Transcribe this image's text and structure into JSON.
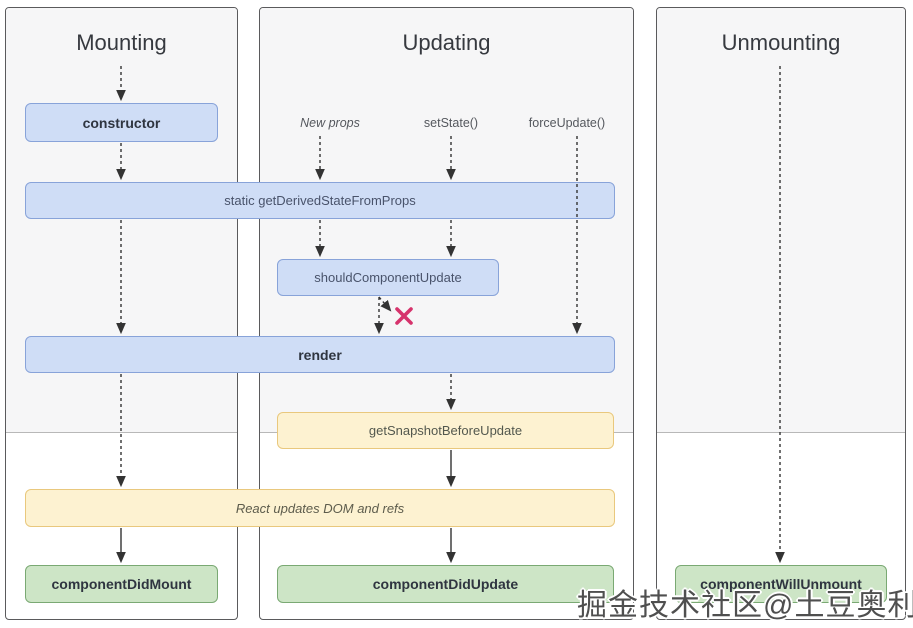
{
  "columns": [
    {
      "id": "mounting",
      "title": "Mounting"
    },
    {
      "id": "updating",
      "title": "Updating"
    },
    {
      "id": "unmounting",
      "title": "Unmounting"
    }
  ],
  "triggers": {
    "new_props": "New props",
    "set_state": "setState()",
    "force_update": "forceUpdate()"
  },
  "boxes": {
    "constructor": "constructor",
    "get_derived_state_from_props": "static getDerivedStateFromProps",
    "should_component_update": "shouldComponentUpdate",
    "render": "render",
    "get_snapshot_before_update": "getSnapshotBeforeUpdate",
    "react_updates_dom": "React updates DOM and refs",
    "component_did_mount": "componentDidMount",
    "component_did_update": "componentDidUpdate",
    "component_will_unmount": "componentWillUnmount"
  },
  "watermark": {
    "text": "掘金技术社区@土豆奥利奥"
  },
  "colors": {
    "blue_fill": "#cfddf6",
    "blue_border": "#88a3d9",
    "yellow_fill": "#fdf2d1",
    "yellow_border": "#e9c87d",
    "green_fill": "#cde5c6",
    "green_border": "#7aa973",
    "reject_x": "#d6336c",
    "render_phase_bg": "#f6f6f7",
    "phase_divider": "#b8b8b8",
    "column_border": "#5a5a5c"
  }
}
